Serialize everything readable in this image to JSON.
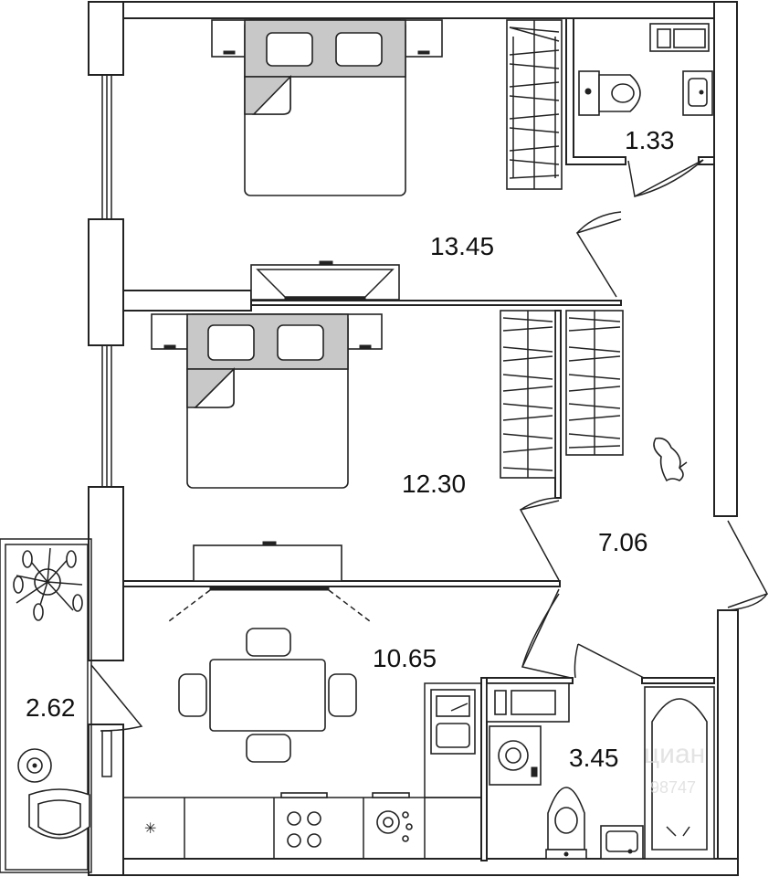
{
  "rooms": [
    {
      "id": "bedroom_1",
      "area": "13.45"
    },
    {
      "id": "wc",
      "area": "1.33"
    },
    {
      "id": "bedroom_2",
      "area": "12.30"
    },
    {
      "id": "hallway",
      "area": "7.06"
    },
    {
      "id": "kitchen_living",
      "area": "10.65"
    },
    {
      "id": "balcony",
      "area": "2.62"
    },
    {
      "id": "bathroom",
      "area": "3.45"
    }
  ],
  "watermark": {
    "line1": "циан",
    "line2": "98747"
  },
  "colors": {
    "wall": "#222222",
    "fill_grey": "#c8c8c8",
    "background": "#ffffff"
  }
}
